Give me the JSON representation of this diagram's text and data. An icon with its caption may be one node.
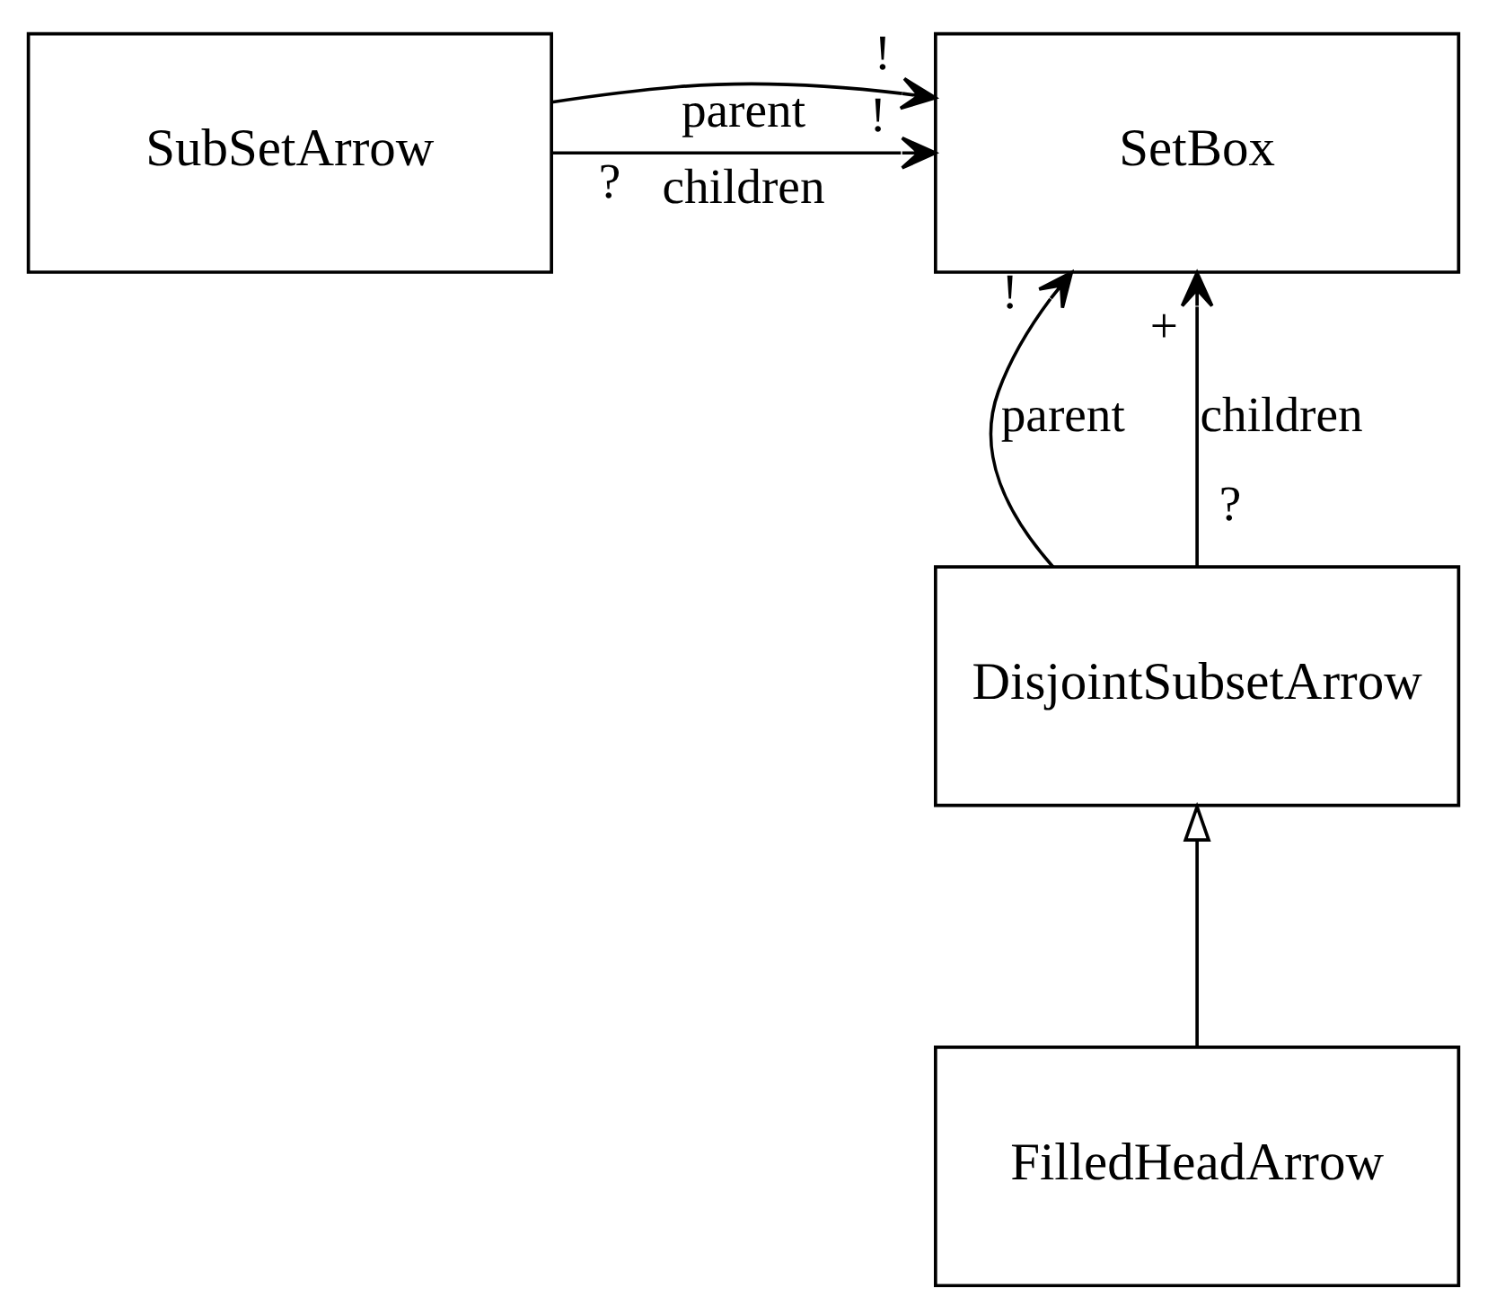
{
  "diagram": {
    "nodes": [
      {
        "text": [
          "SetBox"
        ]
      },
      {
        "text": [
          "SubSetArrow"
        ]
      },
      {
        "text": [
          "DisjointSubsetArrow"
        ]
      },
      {
        "text": [
          "FilledHeadArrow"
        ]
      }
    ],
    "edges": [
      {
        "from": 1,
        "to": 0,
        "arrow": "to",
        "label": "parent"
      },
      {
        "from": 1,
        "to": 0,
        "arrow": "to",
        "label": "children"
      },
      {
        "from": 2,
        "to": 0,
        "arrow": "to",
        "label": "parent"
      },
      {
        "from": 2,
        "to": 0,
        "arrow": "to",
        "label": "children"
      },
      {
        "from": 3,
        "to": 2,
        "arrow": "to"
      }
    ],
    "labels": [
      "!",
      "!",
      "?",
      "!",
      "+",
      "?"
    ]
  }
}
